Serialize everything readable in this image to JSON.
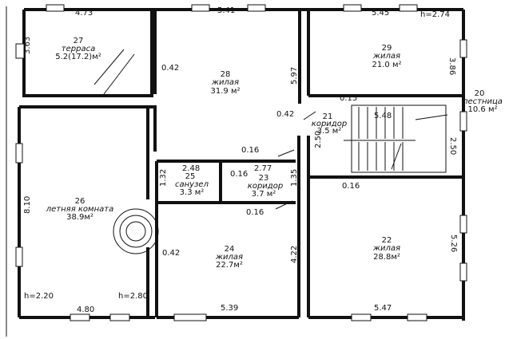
{
  "rooms": [
    {
      "id": "27",
      "name": "терраса",
      "area": "5.2(17.2)м²"
    },
    {
      "id": "28",
      "name": "жилая",
      "area": "31.9 м²"
    },
    {
      "id": "29",
      "name": "жилая",
      "area": "21.0 м²"
    },
    {
      "id": "20",
      "name": "лестница",
      "area": "10.6 м²"
    },
    {
      "id": "21",
      "name": "коридор",
      "area": "3.5 м²"
    },
    {
      "id": "26",
      "name": "летняя комната",
      "area": "38.9м²"
    },
    {
      "id": "25",
      "name": "санузел",
      "area": "3.3 м²"
    },
    {
      "id": "23",
      "name": "коридор",
      "area": "3.7 м²"
    },
    {
      "id": "24",
      "name": "жилая",
      "area": "22.7м²"
    },
    {
      "id": "22",
      "name": "жилая",
      "area": "28.8м²"
    }
  ],
  "dimensions": {
    "d_473": "4.73",
    "d_541": "5.41",
    "d_545": "5.45",
    "d_h274": "h=2.74",
    "d_363": "3.63",
    "d_042a": "0.42",
    "d_597": "5.97",
    "d_042b": "0.42",
    "d_386": "3.86",
    "d_015": "0.15",
    "d_548": "5.48",
    "d_250a": "2.50",
    "d_250b": "2.50",
    "d_016a": "0.16",
    "d_248": "2.48",
    "d_016b": "0.16",
    "d_277": "2.77",
    "d_132": "1.32",
    "d_135": "1.35",
    "d_016c": "0.16",
    "d_016d": "0.16",
    "d_810": "8.10",
    "d_042c": "0.42",
    "d_422": "4.22",
    "d_526": "5.26",
    "d_h220": "h=2.20",
    "d_h280": "h=2.80",
    "d_480": "4.80",
    "d_539": "5.39",
    "d_547": "5.47"
  }
}
